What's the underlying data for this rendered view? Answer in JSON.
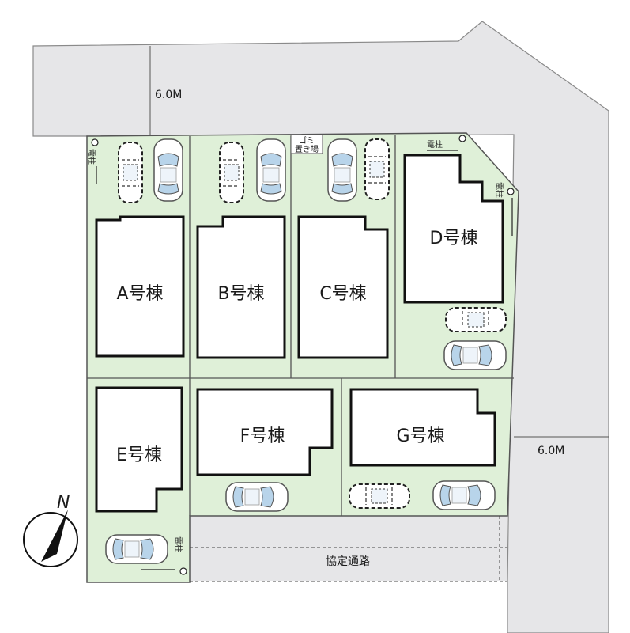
{
  "buildings": {
    "a": "A号棟",
    "b": "B号棟",
    "c": "C号棟",
    "d": "D号棟",
    "e": "E号棟",
    "f": "F号棟",
    "g": "G号棟"
  },
  "road_width_north": "6.0M",
  "road_width_east": "6.0M",
  "private_road_label": "協定通路",
  "utility_pole_label": "電柱",
  "garbage_area_label_1": "ゴミ",
  "garbage_area_label_2": "置き場",
  "north_label": "N",
  "colors": {
    "lot": "#dff0d8",
    "road": "#e6e6e8",
    "outline": "#1a1a1a"
  }
}
